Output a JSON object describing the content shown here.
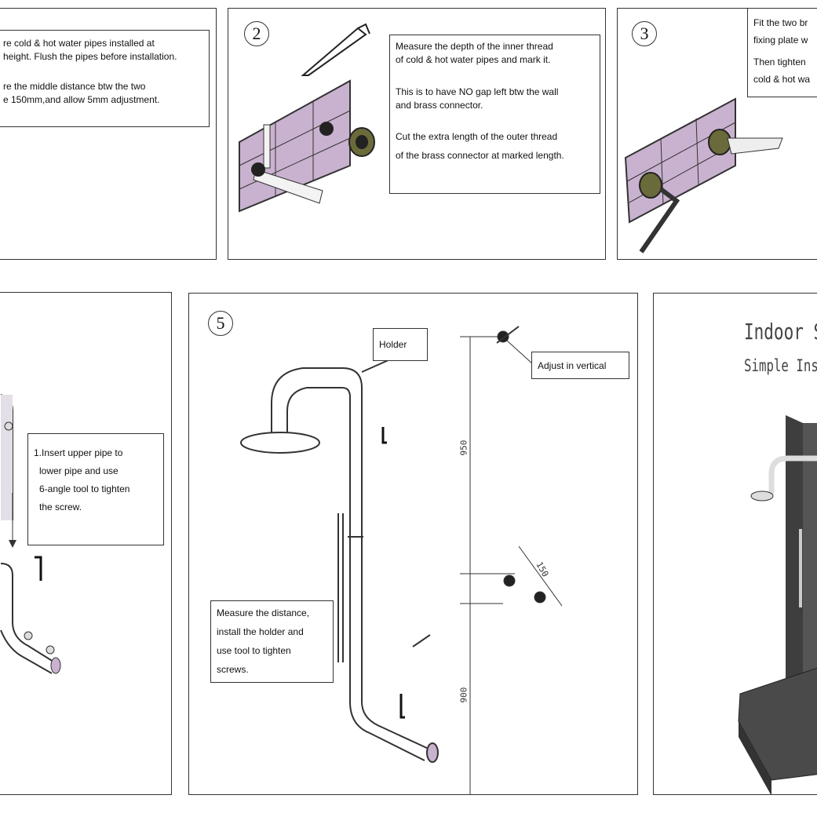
{
  "step1": {
    "lines": [
      "re cold & hot water pipes installed at",
      " height. Flush the pipes before installation.",
      "re the middle distance btw the two",
      "e 150mm,and allow 5mm adjustment."
    ]
  },
  "step2": {
    "number": "2",
    "lines": [
      "Measure the depth of the inner thread",
      "of cold & hot  water pipes and mark it.",
      "This is to have NO gap left btw the wall",
      " and brass connector.",
      "Cut the extra length of the outer thread",
      "of the brass connector at marked length."
    ]
  },
  "step3": {
    "number": "3",
    "lines": [
      "Fit the two br",
      "fixing plate w",
      "Then tighten",
      "cold & hot wa"
    ]
  },
  "step4": {
    "lines": [
      "1.Insert upper pipe to",
      "  lower pipe and use",
      "  6-angle tool to tighten",
      "  the screw."
    ]
  },
  "step5": {
    "number": "5",
    "holder_label": "Holder",
    "adjust_label": "Adjust in vertical",
    "measure_lines": [
      "Measure the distance,",
      "install the holder and",
      "use tool to tighten",
      "screws."
    ],
    "dim_upper": "950",
    "dim_lower": "900",
    "dim_spacing": "150"
  },
  "step6": {
    "title": "Indoor Sho",
    "subtitle": "Simple Insta"
  },
  "colors": {
    "tile": "#c9b2cf",
    "pipe": "#e4dfe6",
    "connector": "#6b6a3a",
    "stand": "#555555"
  }
}
